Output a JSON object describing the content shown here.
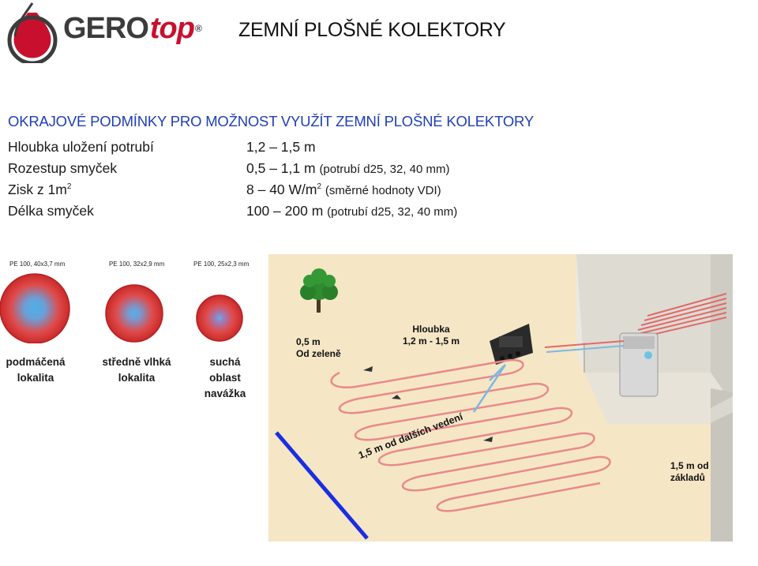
{
  "header": {
    "brand_main": "GERO",
    "brand_accent": "top",
    "brand_reg": "®",
    "title": "ZEMNÍ PLOŠNÉ KOLEKTORY"
  },
  "conditions": {
    "heading": "OKRAJOVÉ PODMÍNKY PRO MOŽNOST VYUŽÍT ZEMNÍ PLOŠNÉ KOLEKTORY",
    "rows": [
      {
        "label": "Hloubka uložení potrubí",
        "value": "1,2 – 1,5 m",
        "note": ""
      },
      {
        "label": "Rozestup smyček",
        "value": "0,5 – 1,1 m",
        "note": "(potrubí d25, 32, 40 mm)"
      },
      {
        "label": "Zisk z 1m",
        "label_sup": "2",
        "value": "8 – 40 W/m",
        "value_sup": "2",
        "note": "(směrné hodnoty VDI)"
      },
      {
        "label": "Délka smyček",
        "value": "100 – 200 m",
        "note": "(potrubí d25, 32, 40 mm)"
      }
    ]
  },
  "pipes": [
    {
      "spec": "PE 100, 40x3,7 mm",
      "line1": "podmáčená",
      "line2": "lokalita",
      "line3": ""
    },
    {
      "spec": "PE 100, 32x2,9 mm",
      "line1": "středně vlhká",
      "line2": "lokalita",
      "line3": ""
    },
    {
      "spec": "PE 100, 25x2,3 mm",
      "line1": "suchá",
      "line2": "oblast",
      "line3": "navážka"
    }
  ],
  "illustration": {
    "tree_label_1": "0,5 m",
    "tree_label_2": "Od zeleně",
    "depth_label_1": "Hloubka",
    "depth_label_2": "1,2 m - 1,5 m",
    "utility_label": "1,5 m od dalších vedení",
    "foundation_label_1": "1,5 m od",
    "foundation_label_2": "základů"
  },
  "colors": {
    "brand_red": "#c8102e",
    "heading_blue": "#1f3fb5",
    "pipe_red": "#e0373b",
    "pipe_core_blue": "#52a7e0",
    "ground": "#f5e6c6",
    "boundary_line": "#1a2ee0"
  }
}
